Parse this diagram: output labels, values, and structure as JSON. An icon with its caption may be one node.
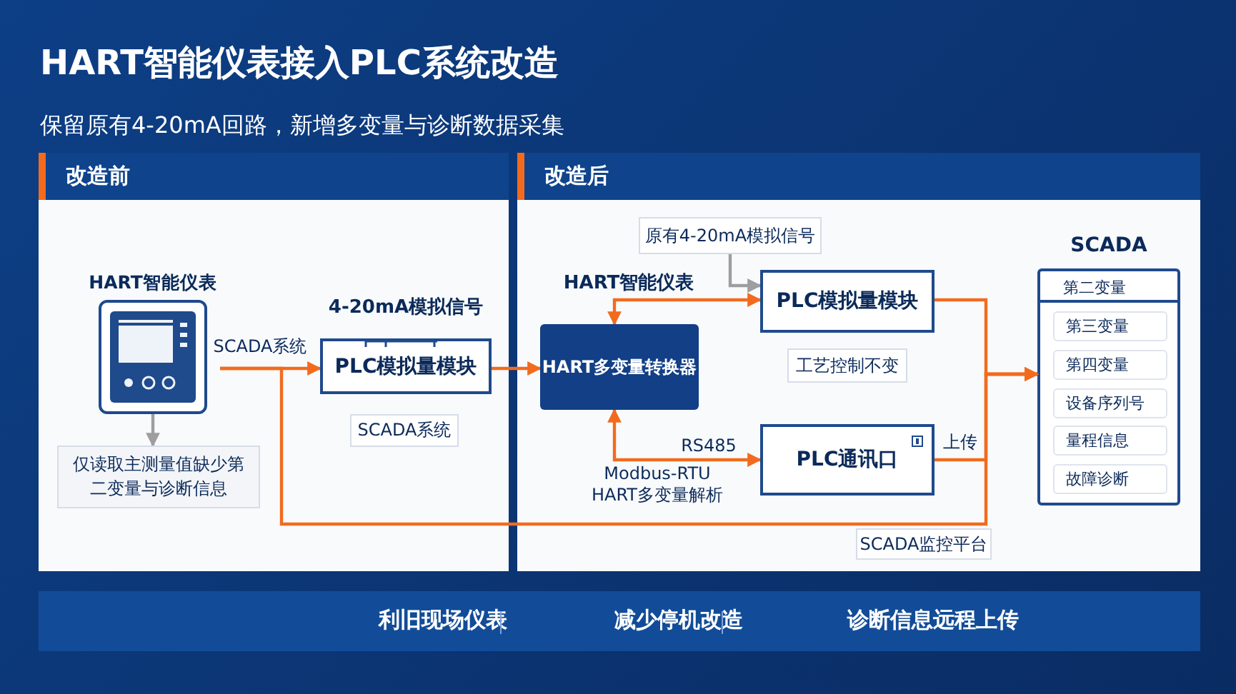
{
  "diagram": {
    "title": "HART智能仪表接入PLC系统改造",
    "nodes": [
      {
        "text": [
          "改造前"
        ]
      },
      {
        "text": [
          "HART智能仪表"
        ],
        "in": 0
      },
      {
        "text": [
          "仅读取主测量值缺少第二变量与诊断信息"
        ],
        "in": 0
      },
      {
        "text": [
          "PLC模拟量模块"
        ],
        "beside": [
          "4-20mA模拟信号"
        ],
        "in": 0
      },
      {
        "text": [
          "SCADA系统"
        ],
        "in": 0
      },
      {
        "text": [
          "改造后"
        ]
      },
      {
        "text": [
          "原有4-20mA模拟信号"
        ],
        "in": 5
      },
      {
        "text": [
          "HART多变量转换器"
        ],
        "in": 5
      },
      {
        "text": [
          "PLC模拟量模块"
        ],
        "in": 5
      },
      {
        "text": [
          "工艺控制不变"
        ],
        "in": 5
      },
      {
        "text": [
          "PLC通讯口"
        ],
        "in": 5
      },
      {
        "text": [
          "SCADA监控平台"
        ],
        "in": 5
      },
      {
        "text": [
          "SCADA",
          "第二变量"
        ],
        "in": 5
      },
      {
        "text": [
          "第三变量"
        ],
        "in": 12
      },
      {
        "text": [
          "第四变量"
        ],
        "in": 12
      },
      {
        "text": [
          "设备序列号"
        ],
        "in": 12
      },
      {
        "text": [
          "量程信息"
        ],
        "in": 12
      },
      {
        "text": [
          "故障诊断"
        ],
        "in": 12
      },
      {
        "text": [
          "利旧现场仪表",
          "减少停机改造",
          "诊断信息远程上传"
        ]
      }
    ],
    "edges": [
      {
        "from": 1,
        "to": 3,
        "arrow": "to",
        "label": "SCADA系统"
      },
      {
        "from": 1,
        "to": 12,
        "arrow": "to"
      },
      {
        "from": 3,
        "to": 7,
        "arrow": "to"
      },
      {
        "from": 7,
        "to": 8,
        "arrow": "both"
      },
      {
        "from": 7,
        "to": 10,
        "arrow": "both",
        "label": "RS485"
      },
      {
        "from": 8,
        "to": 12,
        "arrow": "to"
      },
      {
        "from": 10,
        "to": 12,
        "arrow": "to",
        "label": "上传"
      },
      {
        "from": 6,
        "to": 8,
        "arrow": "to",
        "color": "#9e9e9e"
      },
      {
        "from": 1,
        "to": 2,
        "arrow": "to",
        "color": "#9e9e9e"
      }
    ],
    "labels": [
      "保留原有4-20mA回路，新增多变量与诊断数据采集",
      "HART智能仪表",
      "Modbus-RTU HART多变量解析"
    ]
  }
}
